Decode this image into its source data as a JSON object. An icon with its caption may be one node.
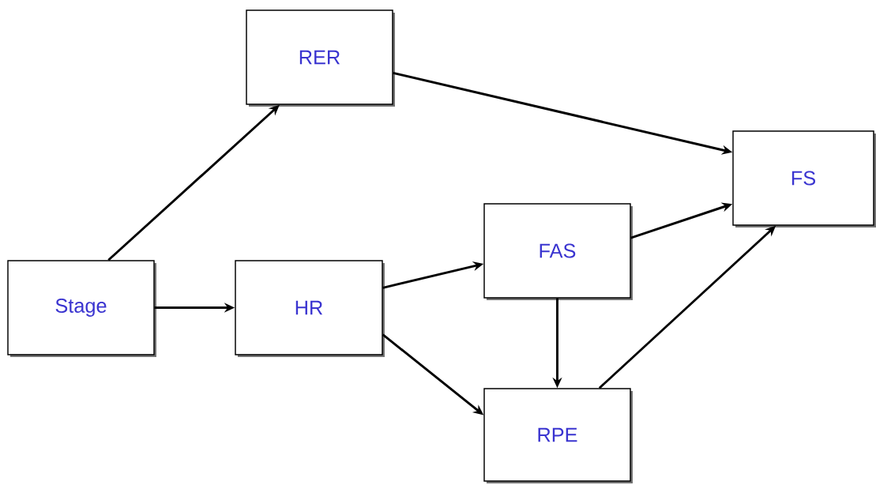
{
  "diagram": {
    "nodes": [
      {
        "text": [
          "RER"
        ]
      },
      {
        "text": [
          "FS"
        ]
      },
      {
        "text": [
          "FAS"
        ]
      },
      {
        "text": [
          "Stage"
        ]
      },
      {
        "text": [
          "HR"
        ]
      },
      {
        "text": [
          "RPE"
        ]
      }
    ],
    "edges": [
      {
        "from": 3,
        "to": 0,
        "arrow": "to"
      },
      {
        "from": 3,
        "to": 4,
        "arrow": "to"
      },
      {
        "from": 4,
        "to": 2,
        "arrow": "to"
      },
      {
        "from": 4,
        "to": 5,
        "arrow": "to"
      },
      {
        "from": 0,
        "to": 1,
        "arrow": "to"
      },
      {
        "from": 2,
        "to": 1,
        "arrow": "to"
      },
      {
        "from": 2,
        "to": 5,
        "arrow": "to"
      },
      {
        "from": 5,
        "to": 1,
        "arrow": "to"
      }
    ]
  }
}
